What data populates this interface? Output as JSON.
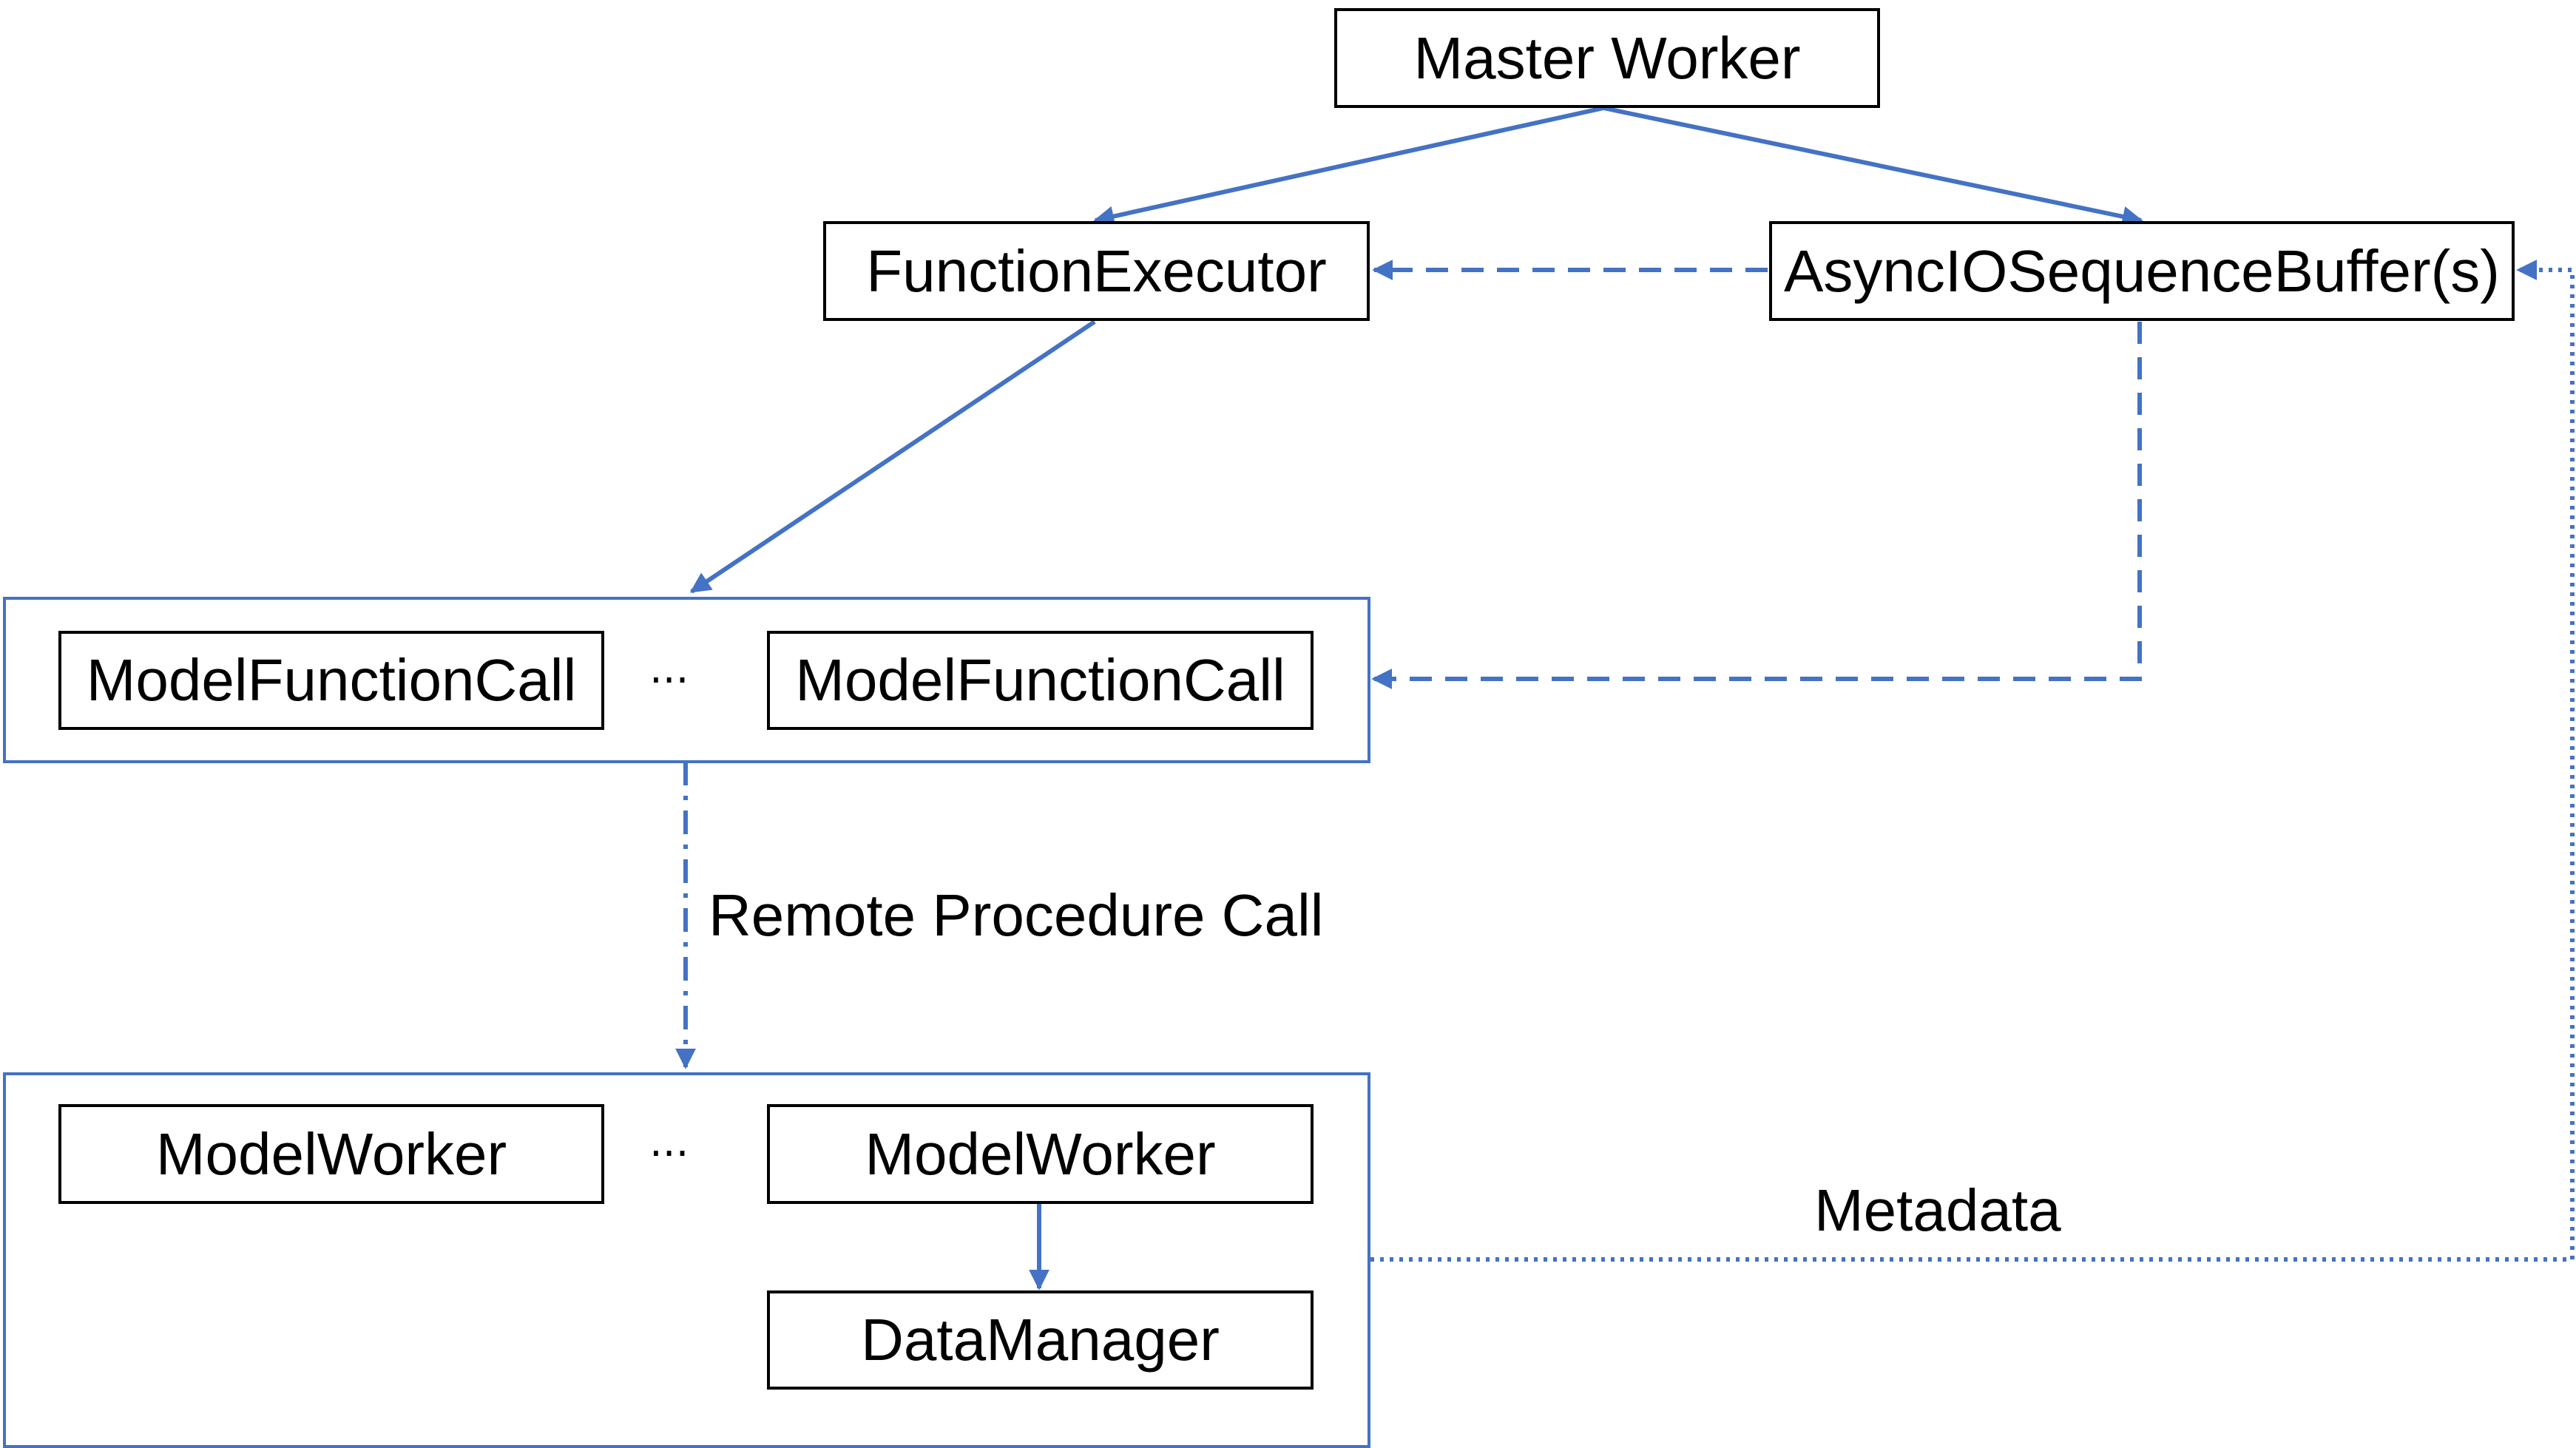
{
  "nodes": {
    "master_worker": "Master Worker",
    "function_executor": "FunctionExecutor",
    "async_io_sequence_buffer": "AsyncIOSequenceBuffer(s)",
    "model_function_call_left": "ModelFunctionCall",
    "model_function_call_right": "ModelFunctionCall",
    "model_worker_left": "ModelWorker",
    "model_worker_right": "ModelWorker",
    "data_manager": "DataManager"
  },
  "ellipsis": {
    "function_calls": "···",
    "workers": "···"
  },
  "edge_labels": {
    "rpc": "Remote Procedure Call",
    "metadata": "Metadata"
  },
  "colors": {
    "arrow": "#4472c4",
    "group_border": "#4472c4",
    "box_border": "#000000",
    "text": "#000000"
  }
}
